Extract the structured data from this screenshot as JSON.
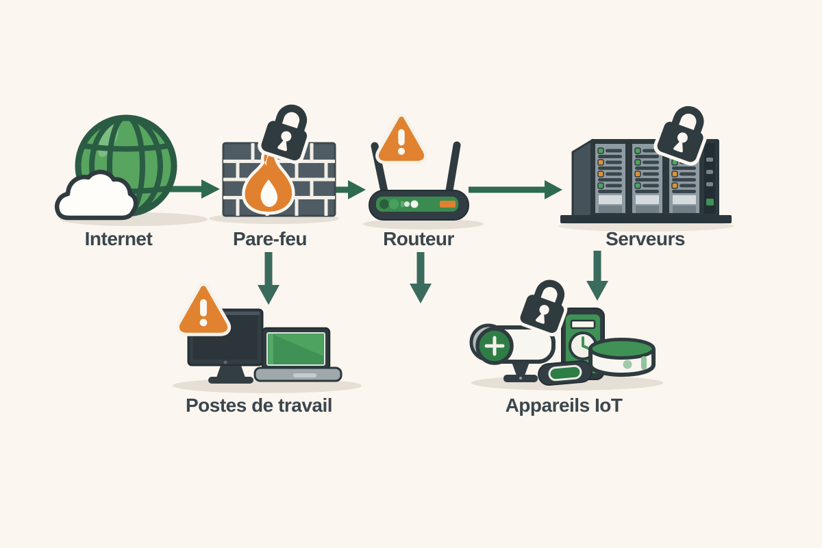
{
  "diagram": {
    "type": "network-security-flow",
    "background_color": "#fbf6ef",
    "text_color": "#3b464d",
    "nodes": [
      {
        "id": "internet",
        "label": "Internet",
        "icon": "globe-with-cloud-icon",
        "badge": null
      },
      {
        "id": "firewall",
        "label": "Pare-feu",
        "icon": "brick-wall-with-flame-icon",
        "badge": "padlock"
      },
      {
        "id": "router",
        "label": "Routeur",
        "icon": "wireless-router-icon",
        "badge": "warning-triangle"
      },
      {
        "id": "servers",
        "label": "Serveurs",
        "icon": "server-rack-icon",
        "badge": "padlock"
      },
      {
        "id": "workstations",
        "label": "Postes de travail",
        "icon": "desktop-and-laptop-icon",
        "badge": "warning-triangle"
      },
      {
        "id": "iot",
        "label": "Appareils IoT",
        "icon": "camera-phone-band-speaker-icon",
        "badge": "padlock"
      }
    ],
    "edges": [
      {
        "from": "internet",
        "to": "firewall",
        "direction": "right"
      },
      {
        "from": "firewall",
        "to": "router",
        "direction": "right"
      },
      {
        "from": "router",
        "to": "servers",
        "direction": "right"
      },
      {
        "from": "firewall",
        "to": "workstations",
        "direction": "down"
      },
      {
        "from": "router",
        "to": null,
        "direction": "down"
      },
      {
        "from": "servers",
        "to": "iot",
        "direction": "down"
      }
    ],
    "colors": {
      "outline_dark": "#2f3b3f",
      "green": "#3f9155",
      "globe_green": "#58a55f",
      "arrow_green_horizontal": "#2e6a50",
      "arrow_teal_vertical": "#3a6b5d",
      "orange": "#e0812f",
      "wall_gray": "#4f5c63",
      "server_gray": "#8e9ba2",
      "shadow": "#e5dfd6"
    }
  }
}
